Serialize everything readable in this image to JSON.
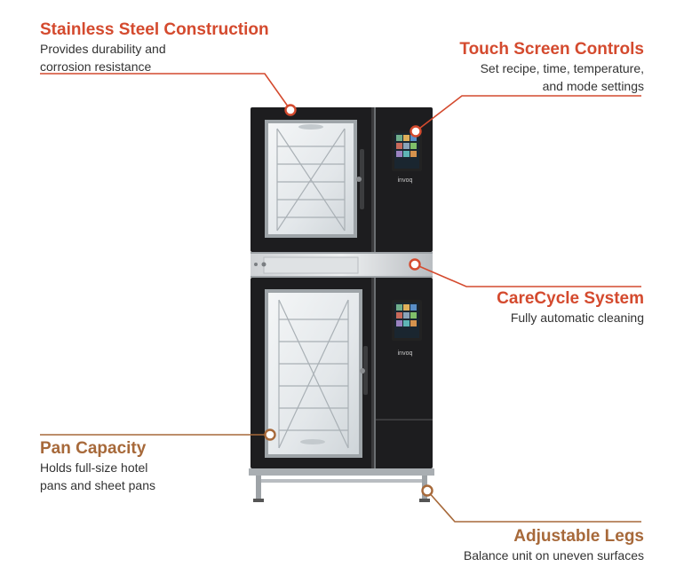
{
  "callouts": [
    {
      "id": "stainless",
      "title": "Stainless Steel Construction",
      "lines": [
        "Provides durability and",
        "corrosion resistance"
      ]
    },
    {
      "id": "touch",
      "title": "Touch Screen Controls",
      "lines": [
        "Set recipe, time, temperature,",
        "and mode settings"
      ]
    },
    {
      "id": "carecycle",
      "title": "CareCycle System",
      "lines": [
        "Fully automatic cleaning"
      ]
    },
    {
      "id": "pan",
      "title": "Pan Capacity",
      "lines": [
        "Holds full-size hotel",
        "pans and sheet pans"
      ]
    },
    {
      "id": "legs",
      "title": "Adjustable Legs",
      "lines": [
        "Balance unit on uneven surfaces"
      ]
    }
  ],
  "product": {
    "brand_upper": "invoq",
    "brand_lower": "invoq"
  },
  "colors": {
    "accent_red": "#d44a2e",
    "accent_brown": "#a7693a",
    "body_dark": "#1d1d1f",
    "steel": "#b8bcc0"
  }
}
